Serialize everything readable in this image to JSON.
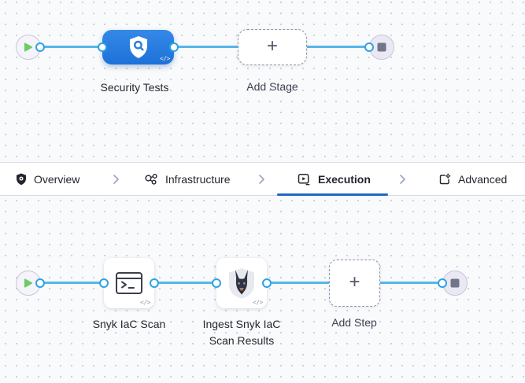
{
  "colors": {
    "canvas_bg": "#f9fafc",
    "dot_grid": "#ccd1da",
    "edge_blue": "#57b6e9",
    "connector_border": "#2da3e4",
    "stage_blue": "#2a7ce0",
    "tab_active_underline": "#1f68c1",
    "start_play_green": "#6ecb62",
    "end_stop_gray": "#70758a"
  },
  "stage_graph": {
    "start_node": {
      "icon": "play-icon"
    },
    "stage": {
      "label": "Security Tests",
      "icon": "security-shield-scan-icon",
      "badge_text": "</>"
    },
    "add_stage": {
      "label": "Add Stage",
      "plus": "+"
    },
    "end_node": {
      "icon": "stop-icon"
    }
  },
  "tab_bar": {
    "separator_icon": "chevron-right-icon",
    "tabs": [
      {
        "label": "Overview",
        "icon": "shield-gear-icon",
        "active": false
      },
      {
        "label": "Infrastructure",
        "icon": "nodes-cluster-icon",
        "active": false
      },
      {
        "label": "Execution",
        "icon": "play-square-icon",
        "active": true
      },
      {
        "label": "Advanced",
        "icon": "template-gear-icon",
        "active": false
      }
    ]
  },
  "step_graph": {
    "start_node": {
      "icon": "play-icon"
    },
    "steps": [
      {
        "label": "Snyk IaC Scan",
        "icon": "terminal-icon",
        "badge_text": "</>"
      },
      {
        "label": "Ingest Snyk IaC Scan Results",
        "icon": "snyk-dog-icon",
        "badge_text": "</>"
      }
    ],
    "add_step": {
      "label": "Add Step",
      "plus": "+"
    },
    "end_node": {
      "icon": "stop-icon"
    }
  }
}
